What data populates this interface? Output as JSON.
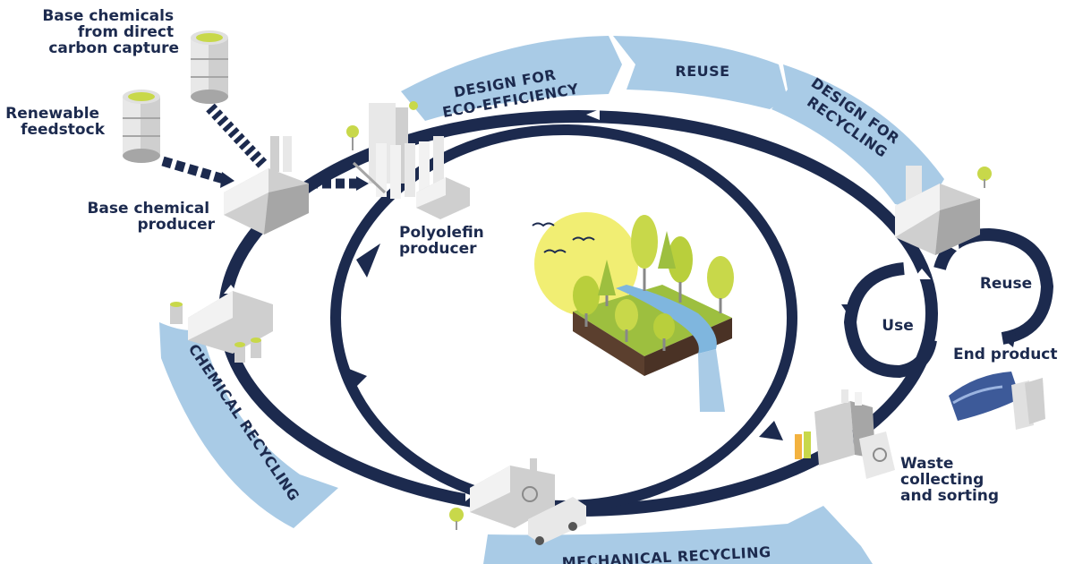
{
  "labels": {
    "base_chemicals_dac": [
      "Base chemicals",
      "from direct",
      "carbon capture"
    ],
    "renewable_feedstock": [
      "Renewable",
      "feedstock"
    ],
    "base_chemical_producer": [
      "Base chemical",
      "producer"
    ],
    "polyolefin_producer": [
      "Polyolefin",
      "producer"
    ],
    "use": "Use",
    "reuse": "Reuse",
    "end_product": "End product",
    "waste_collecting": [
      "Waste",
      "collecting",
      "and sorting"
    ]
  },
  "bands": {
    "design_eco": [
      "DESIGN FOR",
      "ECO-EFFICIENCY"
    ],
    "reuse": "REUSE",
    "design_recycling": [
      "DESIGN FOR",
      "RECYCLING"
    ],
    "chemical_recycling": "CHEMICAL RECYCLING",
    "mechanical_recycling": "MECHANICAL RECYCLING"
  },
  "colors": {
    "navy": "#1c2a4e",
    "band_blue": "#a9cbe6",
    "lime": "#c8d84a",
    "sun": "#f1ee73",
    "grass": "#9dbf3f",
    "soil": "#5b3f2e",
    "water": "#7fb6de",
    "building_light": "#f2f2f2",
    "building_mid": "#cfcfcf",
    "building_dark": "#a6a6a6"
  }
}
